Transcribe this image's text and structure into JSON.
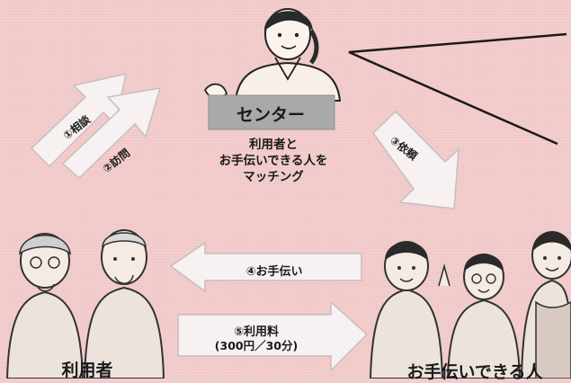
{
  "center": {
    "label": "センター"
  },
  "matching": {
    "line1": "利用者と",
    "line2": "お手伝いできる人を",
    "line3": "マッチング"
  },
  "steps": {
    "s1": "①相談",
    "s2": "②訪問",
    "s3": "③依頼",
    "s4": "④お手伝い",
    "s5": "⑤利用料",
    "s5_fee": "(300円／30分)"
  },
  "groups": {
    "users": "利用者",
    "helpers": "お手伝いできる人"
  },
  "colors": {
    "background": "#f3cccc",
    "arrow_fill": "#f7f1f1",
    "sign": "#a9a9a9"
  }
}
